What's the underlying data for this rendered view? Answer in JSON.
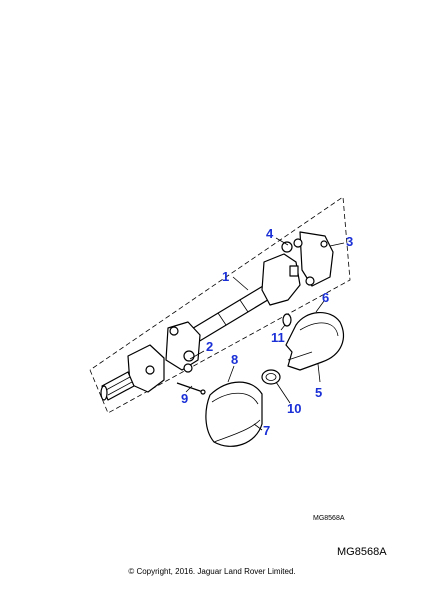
{
  "callouts": [
    "1",
    "2",
    "3",
    "4",
    "5",
    "6",
    "7",
    "8",
    "9",
    "10",
    "11"
  ],
  "figure_ref_small": "MG8568A",
  "figure_ref_large": "MG8568A",
  "copyright": "© Copyright, 2016. Jaguar Land Rover Limited.",
  "colors": {
    "callout": "#1a2fd6",
    "line": "#000000"
  }
}
